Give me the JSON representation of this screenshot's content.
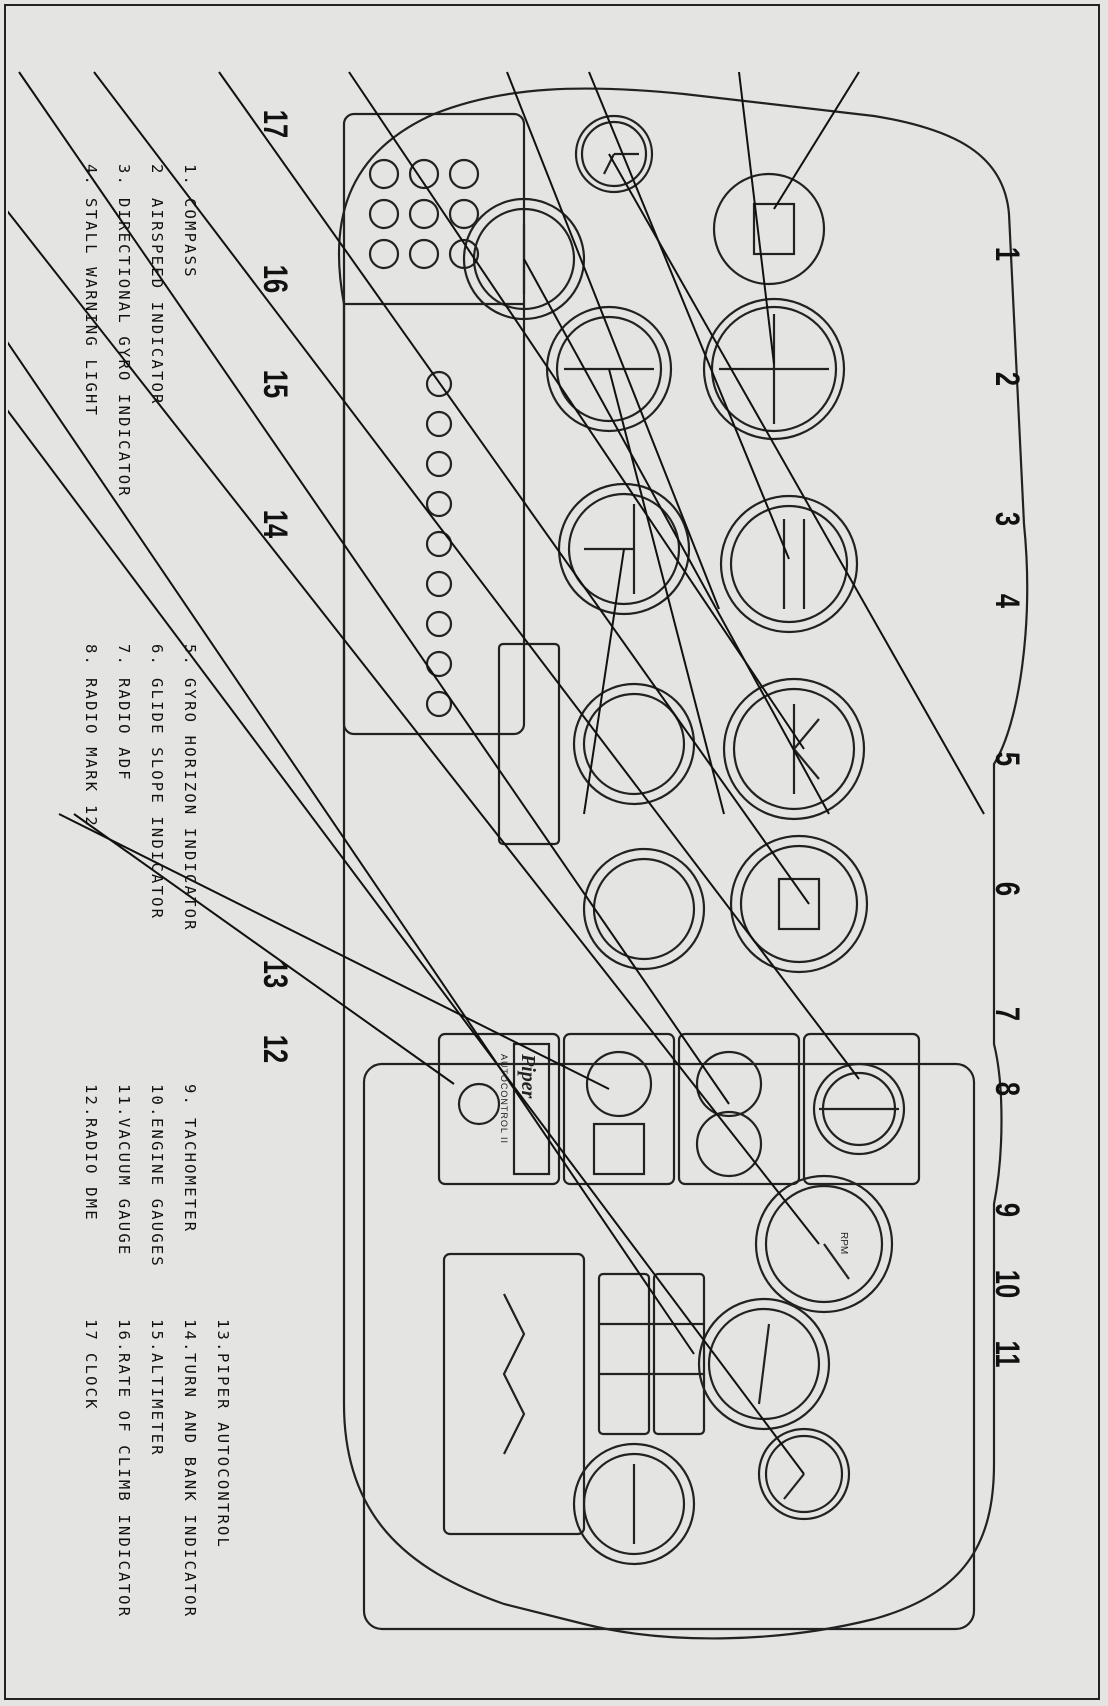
{
  "callouts": [
    "1",
    "2",
    "3",
    "4",
    "5",
    "6",
    "7",
    "8",
    "9",
    "10",
    "11",
    "12",
    "13",
    "14",
    "15",
    "16",
    "17"
  ],
  "legend": [
    {
      "num": "1.",
      "label": "COMPASS"
    },
    {
      "num": "2",
      "label": "AIRSPEED INDICATOR"
    },
    {
      "num": "3.",
      "label": "DIRECTIONAL GYRO INDICATOR"
    },
    {
      "num": "4.",
      "label": "STALL WARNING LIGHT"
    },
    {
      "num": "5.",
      "label": "GYRO HORIZON INDICATOR"
    },
    {
      "num": "6.",
      "label": "GLIDE SLOPE INDICATOR"
    },
    {
      "num": "7.",
      "label": "RADIO ADF"
    },
    {
      "num": "8.",
      "label": "RADIO MARK 12"
    },
    {
      "num": "9.",
      "label": "TACHOMETER"
    },
    {
      "num": "10.",
      "label": "ENGINE GAUGES"
    },
    {
      "num": "11.",
      "label": "VACUUM GAUGE"
    },
    {
      "num": "12.",
      "label": "RADIO DME"
    },
    {
      "num": "13.",
      "label": "PIPER AUTOCONTROL"
    },
    {
      "num": "14.",
      "label": "TURN AND BANK INDICATOR"
    },
    {
      "num": "15.",
      "label": "ALTIMETER"
    },
    {
      "num": "16.",
      "label": "RATE OF CLIMB INDICATOR"
    },
    {
      "num": "17",
      "label": "CLOCK"
    }
  ],
  "panel": {
    "brand": "Piper",
    "autocontrol_text": "AUTOCONTROL II",
    "tach_text": "RPM"
  }
}
